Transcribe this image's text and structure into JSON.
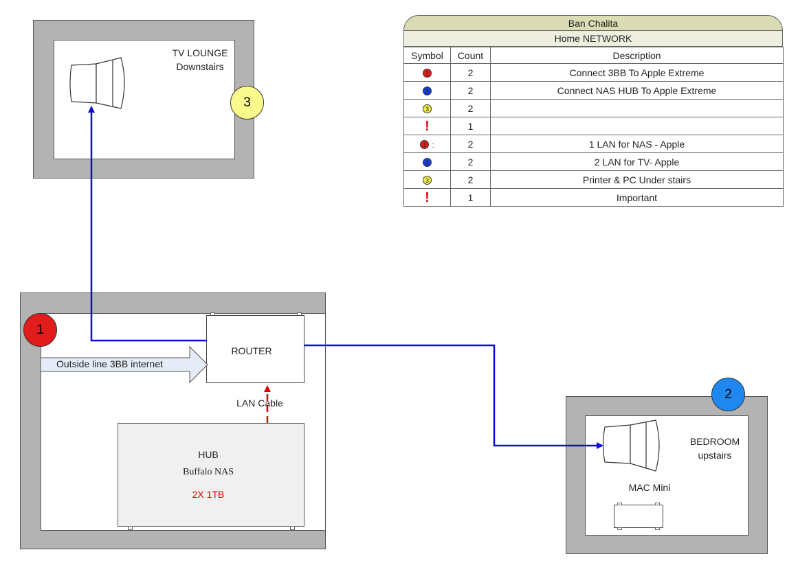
{
  "legend": {
    "title": "Ban Chalita",
    "subtitle": "Home NETWORK",
    "headers": [
      "Symbol",
      "Count",
      "Description"
    ],
    "rows": [
      {
        "symbol": "red-1",
        "count": "2",
        "description": "Connect 3BB To Apple Extreme"
      },
      {
        "symbol": "blue-2",
        "count": "2",
        "description": "Connect NAS HUB To Apple Extreme"
      },
      {
        "symbol": "yellow-3",
        "count": "2",
        "description": ""
      },
      {
        "symbol": "exclamation",
        "count": "1",
        "description": ""
      },
      {
        "symbol": "red-1-dot",
        "count": "2",
        "description": "1 LAN for NAS - Apple"
      },
      {
        "symbol": "blue-2",
        "count": "2",
        "description": "2 LAN for TV- Apple"
      },
      {
        "symbol": "yellow-3",
        "count": "2",
        "description": "Printer & PC Under stairs"
      },
      {
        "symbol": "exclamation",
        "count": "1",
        "description": "Important"
      }
    ]
  },
  "rooms": {
    "tv_lounge": {
      "line1": "TV LOUNGE",
      "line2": "Downstairs",
      "badge": "3"
    },
    "main": {
      "badge": "1"
    },
    "bedroom": {
      "line1": "BEDROOM",
      "line2": "upstairs",
      "badge": "2",
      "device": "MAC Mini"
    }
  },
  "devices": {
    "router": "ROUTER",
    "hub_line1": "HUB",
    "hub_line2": "Buffalo NAS",
    "hub_line3": "2X 1TB",
    "outside_line": "Outside line 3BB internet",
    "lan_cable": "LAN Cable"
  },
  "colors": {
    "wall": "#b3b3b3",
    "link_blue": "#0a0adc",
    "lan_red": "#e00000",
    "badge_red": "#e21b1b",
    "badge_blue": "#1e87f0",
    "badge_yellow": "#fafa8c"
  }
}
